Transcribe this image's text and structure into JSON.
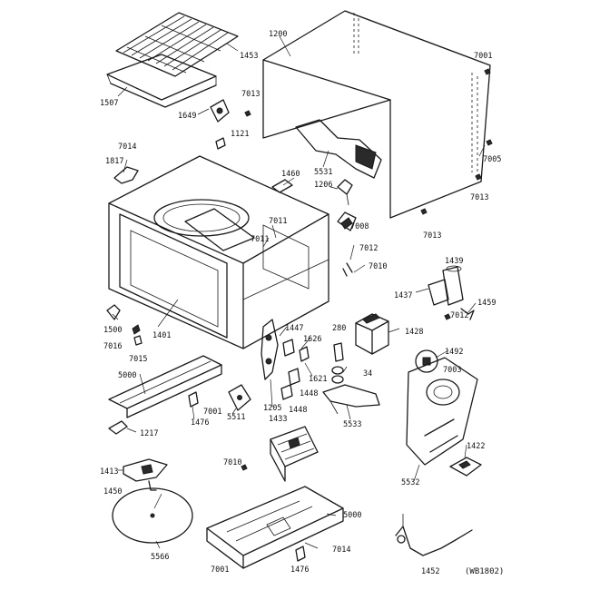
{
  "labels": {
    "l1200": "1200",
    "l7001a": "7001",
    "l1453": "1453",
    "l1507": "1507",
    "l7013a": "7013",
    "l1649": "1649",
    "l1121": "1121",
    "l7014a": "7014",
    "l1817": "1817",
    "l1460": "1460",
    "l5531": "5531",
    "l7005": "7005",
    "l7013b": "7013",
    "l1206a": "1206",
    "l7011a": "7011",
    "l7008": "7008",
    "l7011b": "7011",
    "l7013c": "7013",
    "l7012a": "7012",
    "l7010a": "7010",
    "l1439": "1439",
    "l1437": "1437",
    "l1459": "1459",
    "l7012b": "7012",
    "l1500": "1500",
    "l7016": "7016",
    "l7015": "7015",
    "l1401": "1401",
    "l1447": "1447",
    "l1626": "1626",
    "l280": "280",
    "l1428": "1428",
    "l1492": "1492",
    "l7003": "7003",
    "l1621": "1621",
    "l34": "34",
    "l5000a": "5000",
    "l1448a": "1448",
    "l1448b": "1448",
    "l1476a": "1476",
    "l7001b": "7001",
    "l5511": "5511",
    "l1205": "1205",
    "l1433": "1433",
    "l5533": "5533",
    "l1217": "1217",
    "l1422": "1422",
    "l1413": "1413",
    "l5532": "5532",
    "l7010b": "7010",
    "l1450": "1450",
    "l5000b": "5000",
    "l7014b": "7014",
    "l5566": "5566",
    "l7001c": "7001",
    "l1476b": "1476",
    "l1452": "1452"
  },
  "reference": "(WB1802)"
}
